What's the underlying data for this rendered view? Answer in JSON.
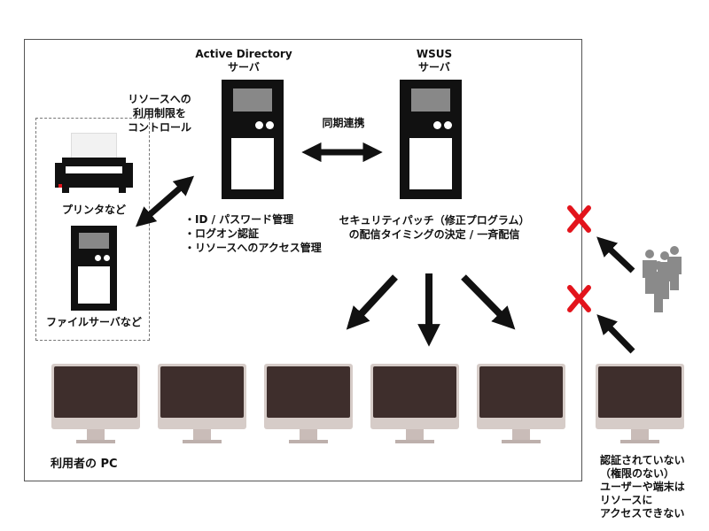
{
  "ad_server": {
    "title_line1": "Active Directory",
    "title_line2": "サーバ"
  },
  "wsus_server": {
    "title_line1": "WSUS",
    "title_line2": "サーバ"
  },
  "sync_label": "同期連携",
  "resource_control": {
    "line1": "リソースへの",
    "line2": "利用制限を",
    "line3": "コントロール"
  },
  "printer_label": "プリンタなど",
  "file_server_label": "ファイルサーバなど",
  "ad_features": [
    "・ID / パスワード管理",
    "・ログオン認証",
    "・リソースへのアクセス管理"
  ],
  "wsus_features": [
    "セキュリティパッチ（修正プログラム）",
    "の配信タイミングの決定 / 一斉配信"
  ],
  "user_pcs_label": "利用者の PC",
  "unauthorized_note": [
    "認証されていない",
    "（権限のない）",
    "ユーザーや端末は",
    "リソースに",
    "アクセスできない"
  ],
  "colors": {
    "deny_mark": "#e3141c",
    "device": "#111111",
    "screen": "#3e2e2c",
    "bezel": "#d6ccc8",
    "people": "#8a8a8a"
  },
  "icons": [
    "server-icon",
    "printer-icon",
    "monitor-icon",
    "people-icon",
    "cross-icon",
    "arrow-icon"
  ]
}
